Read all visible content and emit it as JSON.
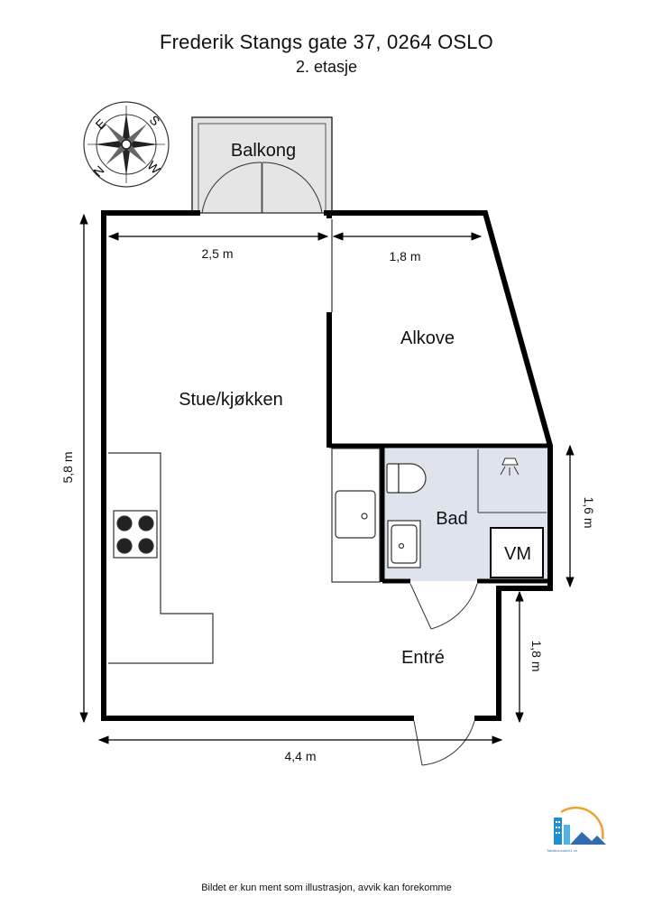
{
  "header": {
    "address": "Frederik Stangs gate 37, 0264 OSLO",
    "floor": "2. etasje"
  },
  "compass": [
    "N",
    "E",
    "S",
    "W"
  ],
  "rooms": {
    "balcony": "Balkong",
    "alcove": "Alkove",
    "living_kitchen": "Stue/kjøkken",
    "bathroom": "Bad",
    "washer": "VM",
    "entrance": "Entré"
  },
  "dimensions": {
    "living_width": "2,5 m",
    "alcove_width": "1,8 m",
    "total_height": "5,8 m",
    "bath_height": "1,6 m",
    "entrance_height": "1,8 m",
    "total_width": "4,4 m"
  },
  "logo": {
    "text": "Takstkonsulent1.no"
  },
  "footer": {
    "disclaimer": "Bildet er kun ment som illustrasjon, avvik kan forekomme"
  },
  "colors": {
    "wall": "#000000",
    "balcony_fill": "#e5e5e5",
    "bath_fill": "#dfe3ec",
    "logo_blue": "#1f8fd0",
    "logo_orange": "#f0a030"
  }
}
